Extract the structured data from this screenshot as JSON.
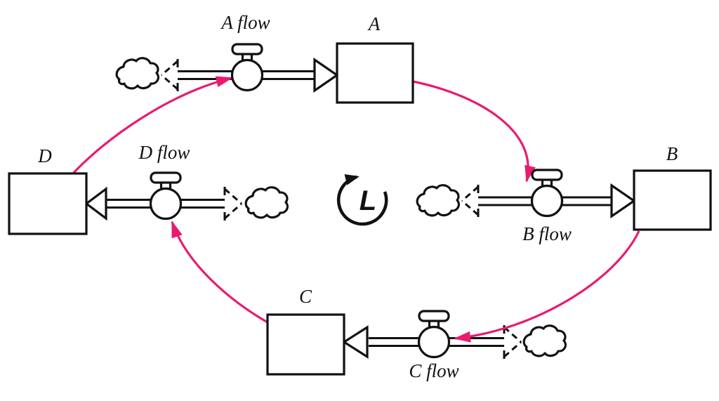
{
  "colors": {
    "ink": "#111111",
    "accent": "#E91A70",
    "background": "#ffffff"
  },
  "diagram": {
    "type": "stock-and-flow-loop",
    "loop": {
      "label": "L",
      "direction": "clockwise"
    },
    "stocks": [
      {
        "label": "A",
        "position": "top"
      },
      {
        "label": "B",
        "position": "right"
      },
      {
        "label": "C",
        "position": "bottom"
      },
      {
        "label": "D",
        "position": "left"
      }
    ],
    "flows": [
      {
        "label": "A flow",
        "into": "A",
        "source": "cloud",
        "flow_direction": "right",
        "label_position": "above-valve"
      },
      {
        "label": "B flow",
        "into": "B",
        "source": "cloud",
        "flow_direction": "right",
        "label_position": "below-valve"
      },
      {
        "label": "C flow",
        "into": "C",
        "source": "cloud",
        "flow_direction": "left",
        "label_position": "below-valve"
      },
      {
        "label": "D flow",
        "into": "D",
        "source": "cloud",
        "flow_direction": "left",
        "label_position": "above-valve"
      }
    ],
    "causal_links": [
      {
        "from": "A",
        "to": "B flow"
      },
      {
        "from": "B",
        "to": "C flow"
      },
      {
        "from": "C",
        "to": "D flow"
      },
      {
        "from": "D",
        "to": "A flow"
      }
    ]
  }
}
